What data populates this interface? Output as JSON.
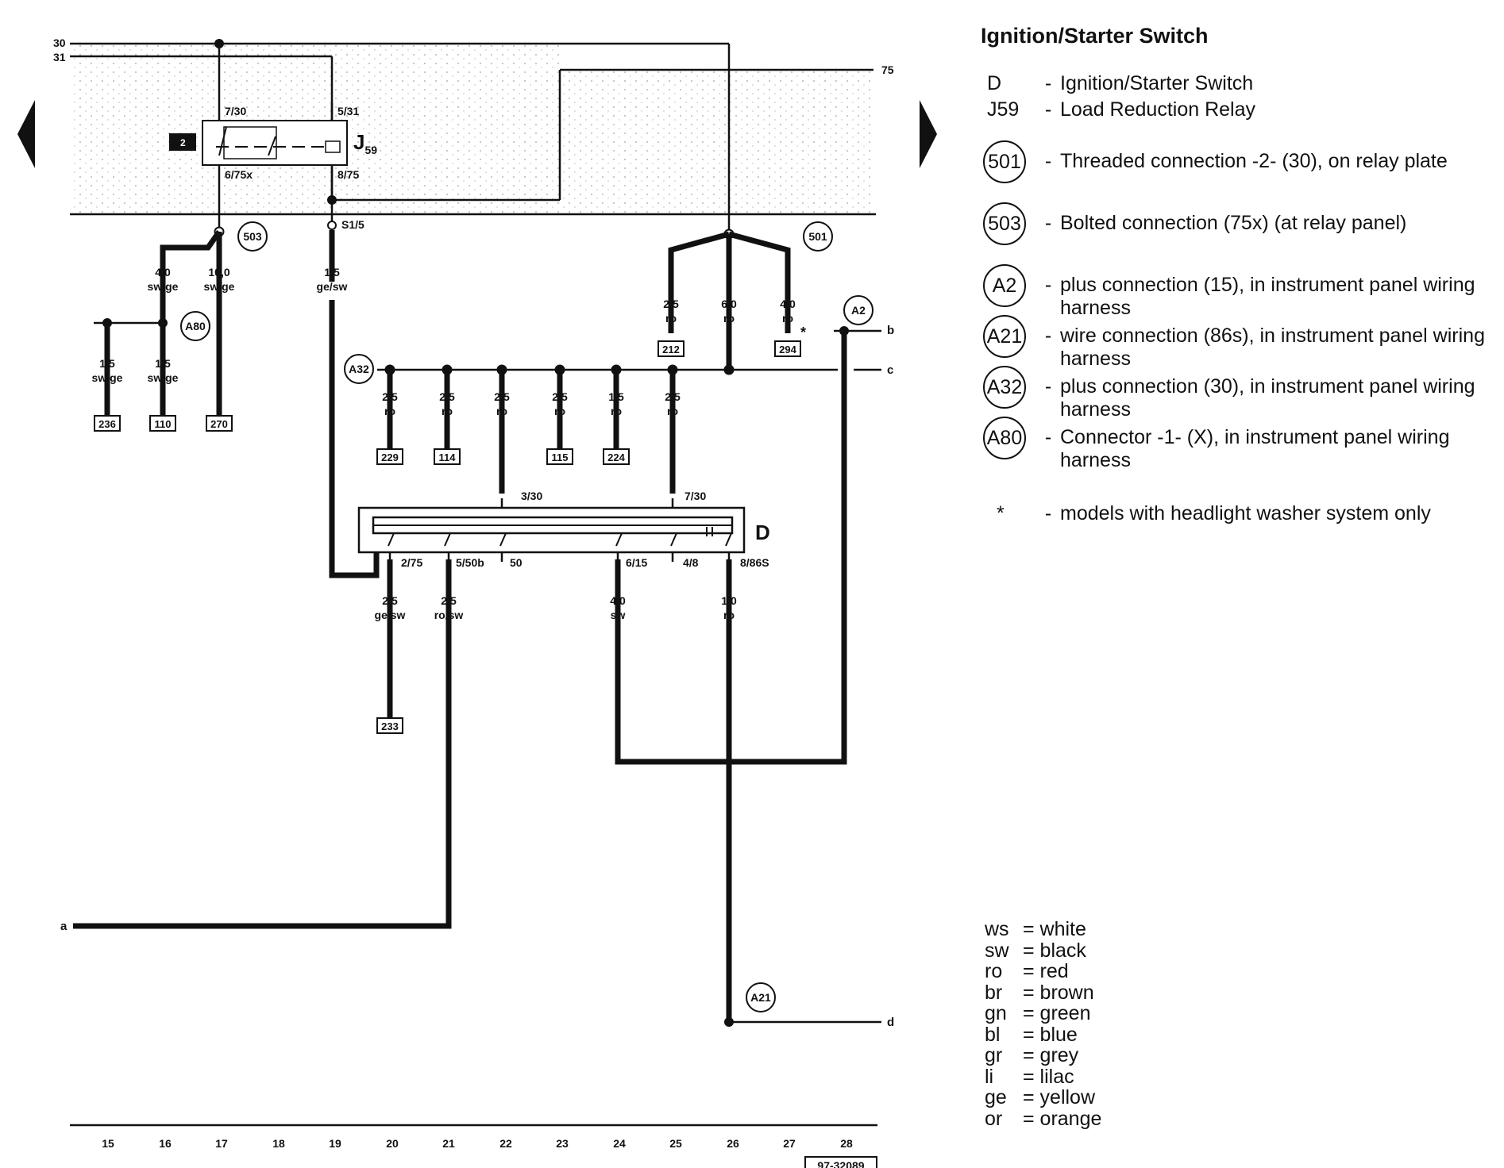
{
  "legend": {
    "title": "Ignition/Starter Switch",
    "items": [
      {
        "key": "D",
        "circled": false,
        "dash": "-",
        "desc": "Ignition/Starter Switch"
      },
      {
        "key": "J59",
        "circled": false,
        "dash": "-",
        "desc": "Load Reduction Relay"
      },
      {
        "key": "501",
        "circled": true,
        "dash": "-",
        "desc": "Threaded connection -2- (30), on relay plate"
      },
      {
        "key": "503",
        "circled": true,
        "dash": "-",
        "desc": "Bolted connection (75x) (at relay panel)"
      },
      {
        "key": "A2",
        "circled": true,
        "dash": "-",
        "desc": "plus connection (15), in instrument panel wiring harness"
      },
      {
        "key": "A21",
        "circled": true,
        "dash": "-",
        "desc": "wire connection (86s), in instrument panel wiring harness"
      },
      {
        "key": "A32",
        "circled": true,
        "dash": "-",
        "desc": "plus connection (30), in instrument panel wiring harness"
      },
      {
        "key": "A80",
        "circled": true,
        "dash": "-",
        "desc": "Connector -1- (X), in instrument panel wiring harness"
      },
      {
        "key": "*",
        "circled": false,
        "dash": "-",
        "desc": "models with headlight washer system only"
      }
    ]
  },
  "colors": [
    {
      "code": "ws",
      "name": "= white"
    },
    {
      "code": "sw",
      "name": "= black"
    },
    {
      "code": "ro",
      "name": "= red"
    },
    {
      "code": "br",
      "name": "= brown"
    },
    {
      "code": "gn",
      "name": "= green"
    },
    {
      "code": "bl",
      "name": "= blue"
    },
    {
      "code": "gr",
      "name": "= grey"
    },
    {
      "code": "li",
      "name": "= lilac"
    },
    {
      "code": "ge",
      "name": "= yellow"
    },
    {
      "code": "or",
      "name": "= orange"
    }
  ],
  "diagram": {
    "rails": {
      "r30": "30",
      "r31": "31",
      "r75": "75"
    },
    "relay": {
      "name": "J",
      "sub": "59",
      "box_tag": "2",
      "t1": "7/30",
      "t2": "5/31",
      "t3": "6/75x",
      "t4": "8/75"
    },
    "s15": "S1/5",
    "connectors": {
      "c503": "503",
      "c501": "501",
      "cA80": "A80",
      "cA32": "A32",
      "cA2": "A2",
      "cA21": "A21"
    },
    "edge_letters": {
      "a": "a",
      "b": "b",
      "c": "c",
      "d": "d"
    },
    "wires": {
      "w1": {
        "size": "4,0",
        "color": "sw/ge"
      },
      "w2": {
        "size": "10,0",
        "color": "sw/ge"
      },
      "w3": {
        "size": "1,5",
        "color": "ge/sw"
      },
      "w4": {
        "size": "1,5",
        "color": "sw/ge"
      },
      "w5": {
        "size": "1,5",
        "color": "sw/ge"
      },
      "w6": {
        "size": "2,5",
        "color": "ro"
      },
      "w7": {
        "size": "6,0",
        "color": "ro"
      },
      "w8": {
        "size": "4,0",
        "color": "ro"
      },
      "w9": {
        "size": "2,5",
        "color": "ro"
      },
      "w10": {
        "size": "2,5",
        "color": "ro"
      },
      "w11": {
        "size": "2,5",
        "color": "ro"
      },
      "w12": {
        "size": "2,5",
        "color": "ro"
      },
      "w13": {
        "size": "1,5",
        "color": "ro"
      },
      "w14": {
        "size": "2,5",
        "color": "ro"
      },
      "w15": {
        "size": "2,5",
        "color": "ge/sw"
      },
      "w16": {
        "size": "2,5",
        "color": "ro/sw"
      },
      "w17": {
        "size": "4,0",
        "color": "sw"
      },
      "w18": {
        "size": "1,0",
        "color": "ro"
      }
    },
    "refs": {
      "r212": "212",
      "r294": "294",
      "r236": "236",
      "r110": "110",
      "r270": "270",
      "r229": "229",
      "r114": "114",
      "r115": "115",
      "r224": "224",
      "r233": "233"
    },
    "asterisk": "*",
    "switch": {
      "name": "D",
      "t_330": "3/30",
      "t_730": "7/30",
      "t_275": "2/75",
      "t_550b": "5/50b",
      "t_50": "50",
      "t_615": "6/15",
      "t_48": "4/8",
      "t_886s": "8/86S"
    },
    "track": [
      "15",
      "16",
      "17",
      "18",
      "19",
      "20",
      "21",
      "22",
      "23",
      "24",
      "25",
      "26",
      "27",
      "28"
    ],
    "figure_id": "97-32089"
  }
}
